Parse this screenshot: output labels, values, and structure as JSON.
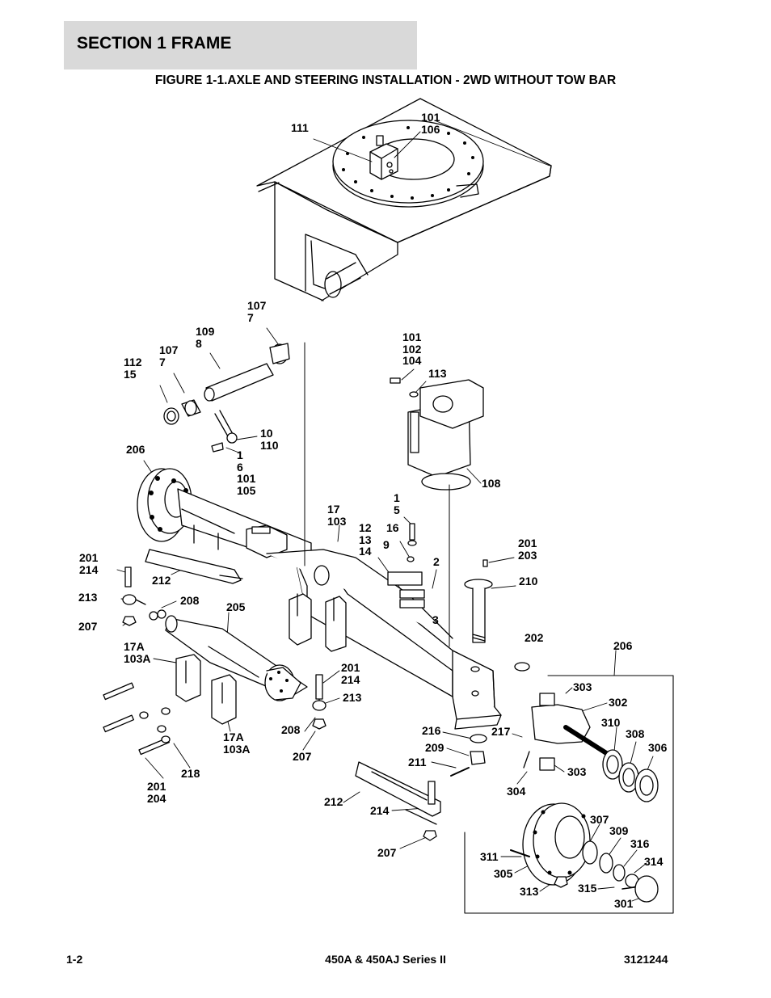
{
  "header": {
    "section": "SECTION 1  FRAME",
    "figure_title": "FIGURE 1-1.AXLE AND STEERING INSTALLATION - 2WD WITHOUT TOW BAR"
  },
  "callouts": [
    "111",
    "101\n106",
    "107\n7",
    "109\n8",
    "107\n7",
    "112\n15",
    "10\n110",
    "1\n6\n101\n105",
    "206",
    "101\n102\n104",
    "113",
    "108",
    "17\n103",
    "1\n5",
    "16",
    "12\n13\n14",
    "9",
    "2",
    "3",
    "201\n203",
    "210",
    "201\n214",
    "212",
    "213",
    "208",
    "205",
    "207",
    "17A\n103A",
    "202",
    "206",
    "303",
    "302",
    "310",
    "308",
    "306",
    "201\n214",
    "213",
    "208",
    "207",
    "17A\n103A",
    "201\n204",
    "218",
    "216",
    "209",
    "211",
    "217",
    "304",
    "303",
    "212",
    "214",
    "207",
    "307",
    "309",
    "316",
    "314",
    "311",
    "305",
    "313",
    "315",
    "301"
  ],
  "footer": {
    "page": "1-2",
    "model": "450A & 450AJ Series II",
    "doc_number": "3121244"
  }
}
